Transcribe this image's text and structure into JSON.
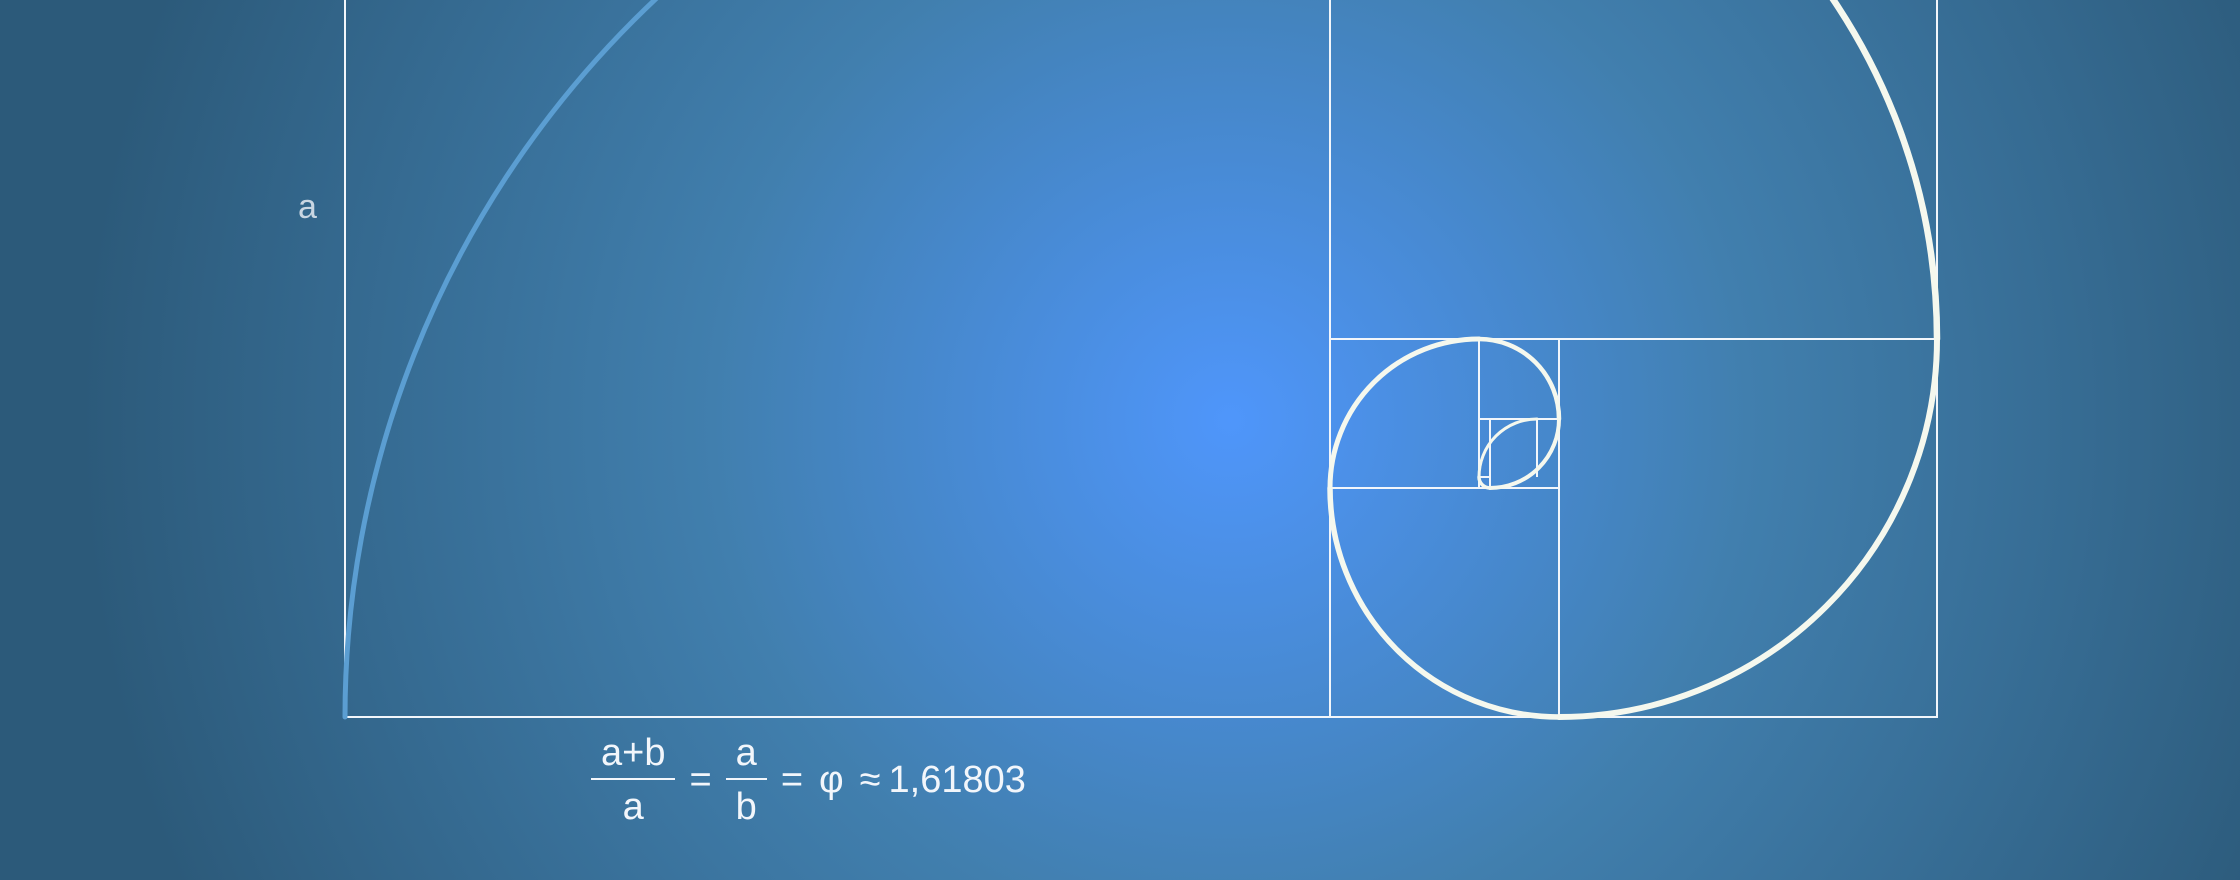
{
  "background": {
    "center": "#4f96fb",
    "mid": "#417fae",
    "edge": "#2c5a7a"
  },
  "diagram": {
    "line_color": "#f2f6fb",
    "spiral_color": "#f5f8ee",
    "faded_spiral_color": "#5b9ed2",
    "side_label": "a"
  },
  "formula": {
    "left_numerator": "a+b",
    "left_denominator": "a",
    "equals_1": "=",
    "mid_numerator": "a",
    "mid_denominator": "b",
    "equals_2": "=",
    "phi": "φ",
    "approx": "≈",
    "value": "1,61803"
  }
}
